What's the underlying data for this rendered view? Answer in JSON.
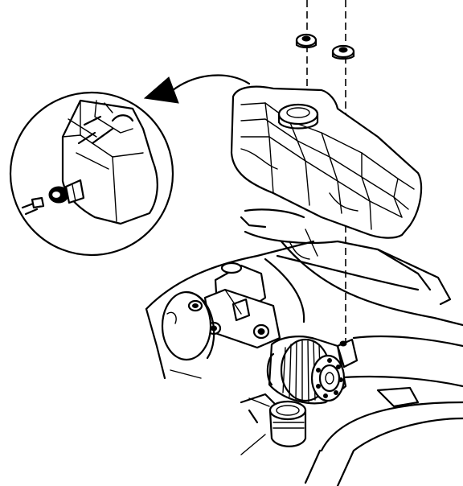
{
  "figure": {
    "parts": [
      "coolant-reservoir",
      "reservoir-cap",
      "detail-inset-circle",
      "detail-arrow",
      "mounting-nut-left",
      "mounting-nut-right",
      "brake-master-cylinder",
      "brake-booster",
      "abs-motor-unit",
      "air-filter-cap"
    ],
    "colors": {
      "ink": "#000000",
      "paper": "#ffffff"
    }
  }
}
